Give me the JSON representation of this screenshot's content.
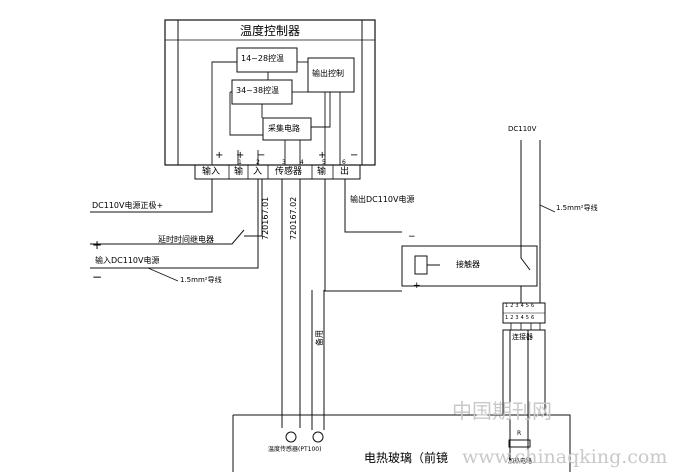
{
  "controller": {
    "title": "温度控制器",
    "blocks": {
      "range_14_28": "14~28控温",
      "range_34_38": "34~38控温",
      "output_control": "输出控制",
      "acquisition": "采集电路"
    },
    "terminal_labels": {
      "input": "输入",
      "input_split_1": "输",
      "input_split_2": "入",
      "sensor": "传感器",
      "output_split_1": "输",
      "output_split_2": "出"
    },
    "terminal_numbers": [
      "1",
      "2",
      "3",
      "4",
      "5",
      "6"
    ],
    "polarity": [
      "+",
      "−",
      "+",
      "−"
    ]
  },
  "wiring": {
    "dc_pos_label": "DC110V电源正极+",
    "delay_relay_label": "延时时间继电器",
    "input_dc_label": "输入DC110V电源",
    "wire_size_left": "1.5mm²导线",
    "output_dc_label": "输出DC110V电源",
    "sensor_wire_1": "720167.01",
    "sensor_wire_2": "720167.02",
    "spare_label": "备用",
    "dc110v_top": "DC110V",
    "wire_size_right": "1.5mm²导线",
    "plus_sign": "+",
    "minus_sign": "−"
  },
  "contactor": {
    "label": "接触器"
  },
  "terminal_block": {
    "label": "连接器",
    "top_numbers": [
      "1",
      "2",
      "3",
      "4",
      "5",
      "6"
    ],
    "bottom_numbers": [
      "1",
      "2",
      "3",
      "4",
      "5",
      "6"
    ]
  },
  "glass": {
    "label": "电热玻璃（前镜",
    "sensor_label": "温度传感器(PT100)",
    "heating_label": "加热电路",
    "heating_r": "R"
  },
  "watermark": {
    "cn": "中国期刊网",
    "url": "www.chinaqking.com"
  }
}
